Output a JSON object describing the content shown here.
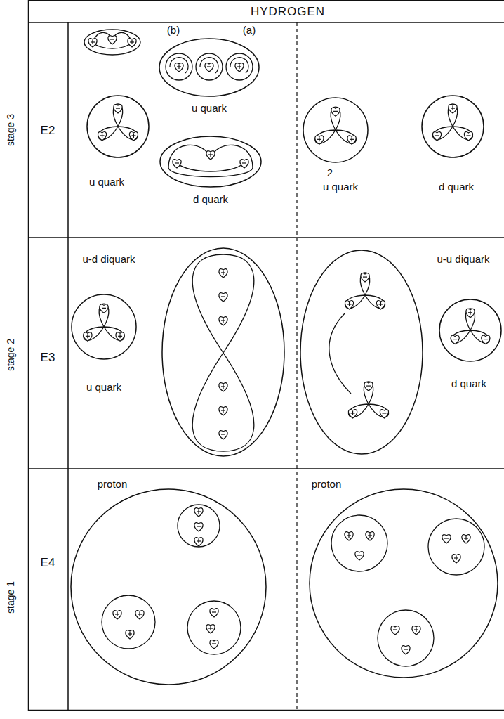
{
  "diagram": {
    "title": "HYDROGEN",
    "nodes": [
      {
        "text": [
          "u quark"
        ]
      },
      {
        "text": [
          "u quark"
        ]
      },
      {
        "text": [
          "d quark"
        ]
      },
      {
        "text": [
          "u quark"
        ]
      },
      {
        "text": [
          "d quark"
        ]
      },
      {
        "text": [
          "u quark"
        ]
      },
      {
        "text": [
          "u-d diquark"
        ]
      },
      {
        "text": [
          "u-u diquark"
        ]
      },
      {
        "text": [
          "d quark"
        ]
      },
      {
        "text": [
          "proton"
        ]
      },
      {
        "text": [
          "proton"
        ]
      }
    ],
    "labels": [
      "stage 3",
      "E2",
      "(b)",
      "(a)",
      "2",
      "stage 2",
      "E3",
      "stage 1",
      "E4"
    ]
  }
}
